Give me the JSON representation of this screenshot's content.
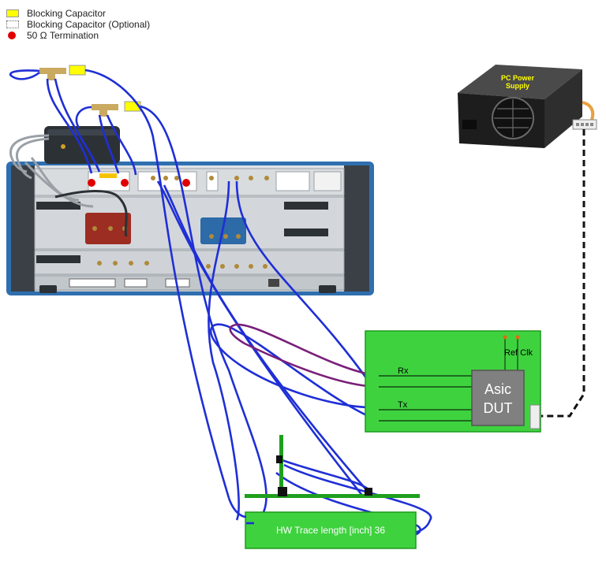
{
  "legend": {
    "items": [
      {
        "label": "Blocking Capacitor"
      },
      {
        "label": "Blocking Capacitor (Optional)"
      },
      {
        "label": "50 Ω Termination"
      }
    ]
  },
  "power_supply": {
    "label_line1": "PC Power",
    "label_line2": "Supply"
  },
  "dut_board": {
    "rx_label": "Rx",
    "tx_label": "Tx",
    "refclk_label": "Ref Clk",
    "chip_line1": "Asic",
    "chip_line2": "DUT"
  },
  "trace_board": {
    "label": "HW Trace length [inch] 36"
  },
  "colors": {
    "cable_blue": "#1f2fd6",
    "cable_purple": "#7a1f7a",
    "board_green": "#3fd23f",
    "capacitor_yellow": "#ffff00",
    "termination_red": "#e00000"
  }
}
